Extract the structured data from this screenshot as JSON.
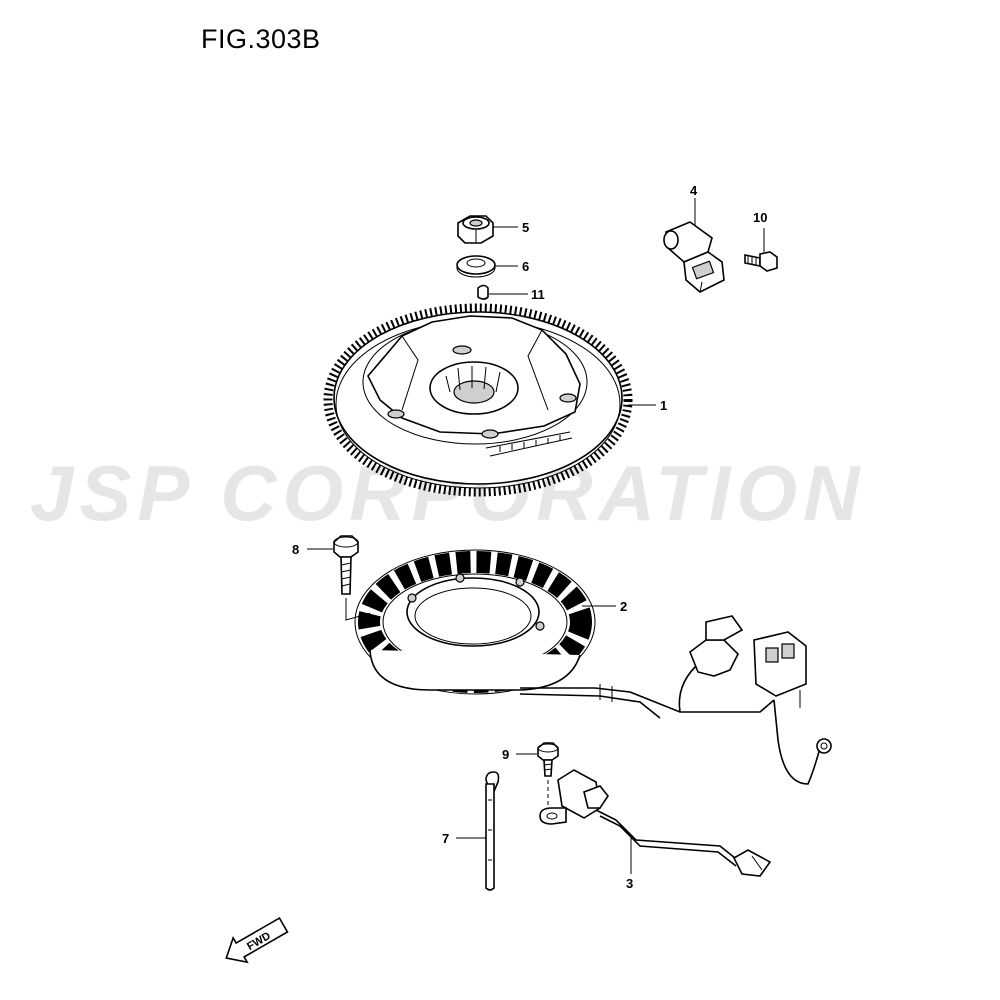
{
  "figure": {
    "title": "FIG.303B",
    "watermark": "JSP CORPORATION",
    "fwd_label": "FWD"
  },
  "callouts": {
    "c1": "1",
    "c2": "2",
    "c3": "3",
    "c4": "4",
    "c5": "5",
    "c6": "6",
    "c7": "7",
    "c8": "8",
    "c9": "9",
    "c10": "10",
    "c11": "11"
  },
  "parts": [
    {
      "ref": "1",
      "icon": "flywheel-icon"
    },
    {
      "ref": "2",
      "icon": "stator-coil-icon"
    },
    {
      "ref": "3",
      "icon": "pulser-coil-icon"
    },
    {
      "ref": "4",
      "icon": "crank-position-sensor-icon"
    },
    {
      "ref": "5",
      "icon": "nut-icon"
    },
    {
      "ref": "6",
      "icon": "washer-icon"
    },
    {
      "ref": "7",
      "icon": "cable-tie-icon"
    },
    {
      "ref": "8",
      "icon": "bolt-icon"
    },
    {
      "ref": "9",
      "icon": "bolt-icon"
    },
    {
      "ref": "10",
      "icon": "bolt-icon"
    },
    {
      "ref": "11",
      "icon": "key-icon"
    }
  ]
}
